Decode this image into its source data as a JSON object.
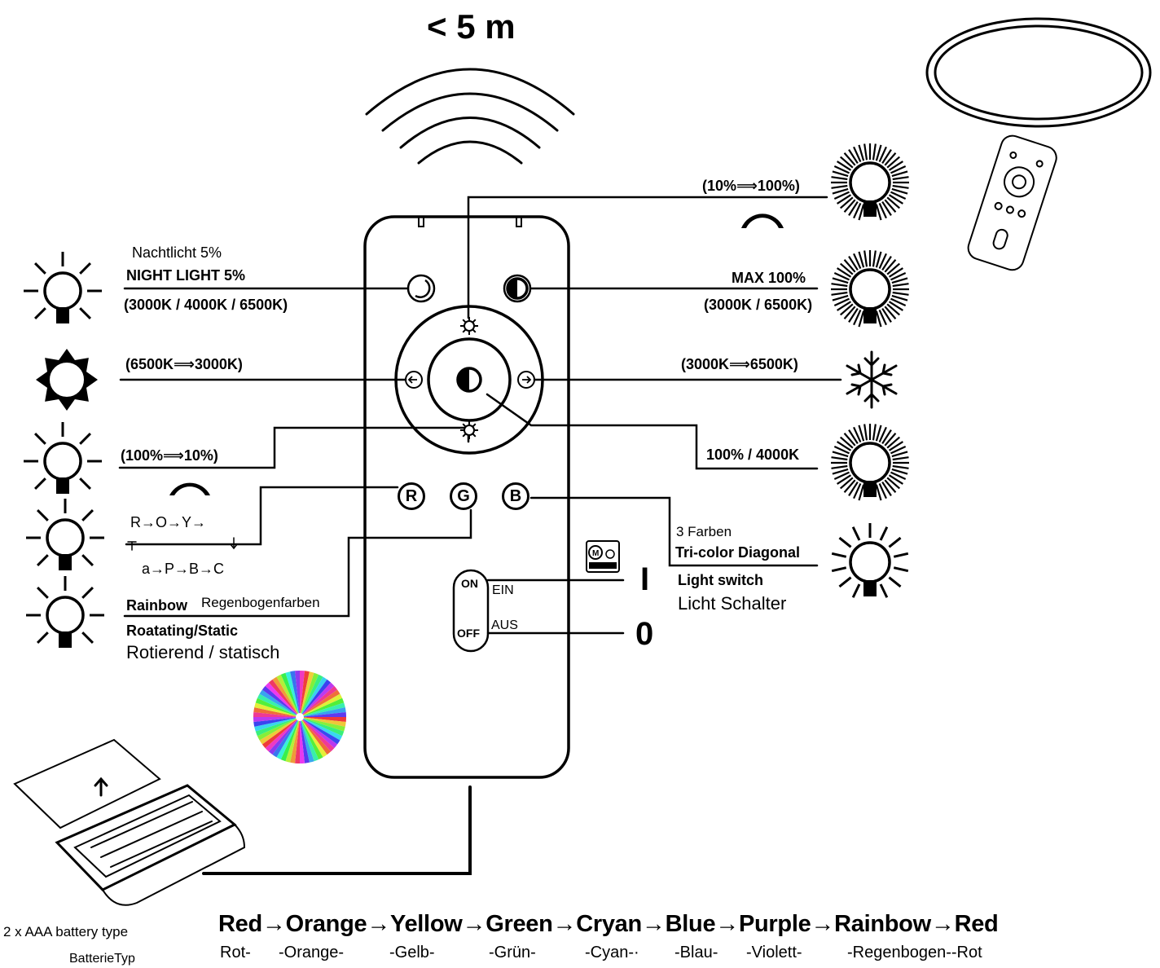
{
  "range": "< 5 m",
  "left": {
    "night_de": "Nachtlicht  5%",
    "night_en": "NIGHT LIGHT 5%",
    "night_cct": "(3000K / 4000K / 6500K)",
    "warm": "(6500K⟹3000K)",
    "dim_down": "(100%⟹10%)",
    "seq_top": "R→O→Y→",
    "seq_bottom": "a→P→B→C",
    "rainbow_en": "Rainbow",
    "rainbow_de": "Regenbogenfarben",
    "rotating_en": "Roatating/Static",
    "rotating_de": "Rotierend / statisch"
  },
  "right": {
    "dim_up": "(10%⟹100%)",
    "max": "MAX 100%",
    "max_cct": "(3000K / 6500K)",
    "cool": "(3000K⟹6500K)",
    "center": "100% / 4000K",
    "tricolor_de": "3 Farben",
    "tricolor_en": "Tri-color Diagonal",
    "switch_en": "Light switch",
    "switch_de": "Licht Schalter",
    "on_symbol": "I",
    "off_symbol": "0"
  },
  "remote": {
    "btn_r": "R",
    "btn_g": "G",
    "btn_b": "B",
    "sw_on": "ON",
    "sw_off": "OFF",
    "ein": "EIN",
    "aus": "AUS"
  },
  "battery": {
    "type_en": "2 x AAA battery type",
    "type_de": "BatterieTyp"
  },
  "sequence_en": [
    "Red→",
    "Orange→",
    "Yellow→",
    "Green→",
    "Cryan→",
    "Blue→",
    "Purple→",
    "Rainbow→",
    "Red"
  ],
  "sequence_de": [
    "Rot-",
    "-Orange-",
    "-Gelb-",
    "-Grün-",
    "-Cyan-·",
    "-Blau-",
    "-Violett-",
    "-Regenbogen--Rot"
  ],
  "colors": {
    "ink": "#000000"
  }
}
